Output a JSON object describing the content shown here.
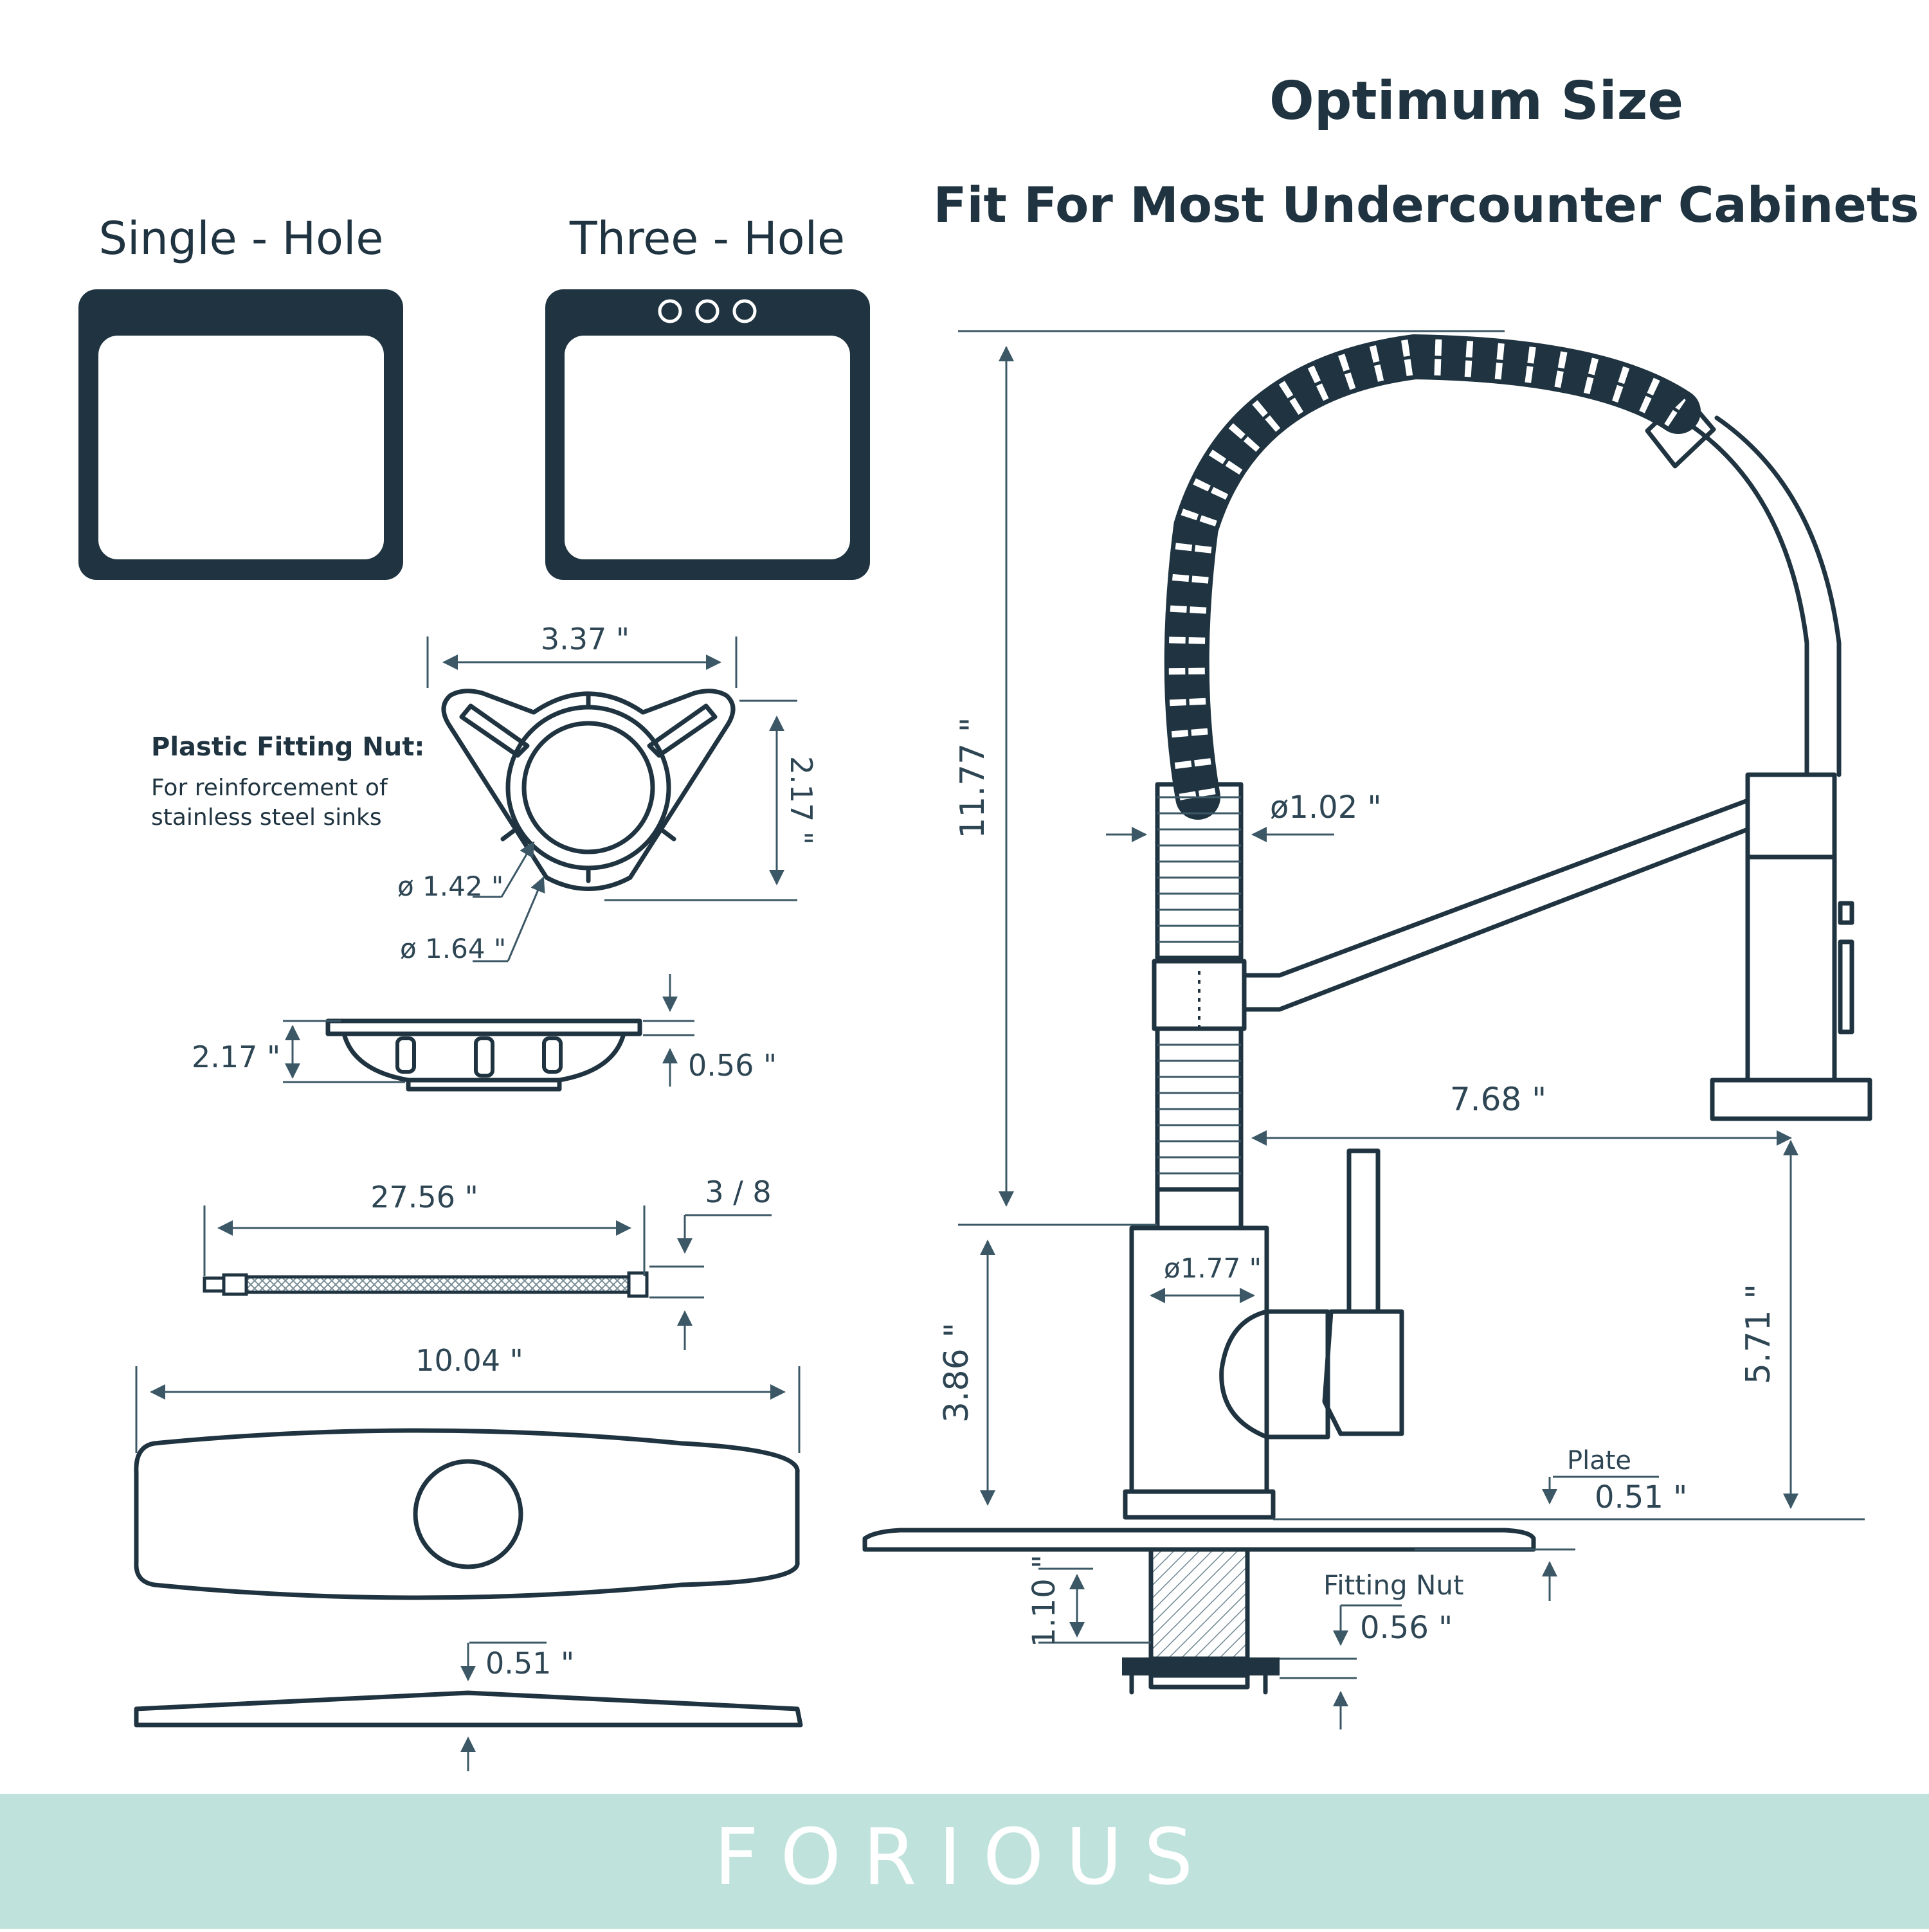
{
  "title": "Optimum Size",
  "subtitle": "Fit For Most Undercounter Cabinets",
  "sinks": {
    "single_label": "Single - Hole",
    "three_label": "Three - Hole"
  },
  "nut": {
    "title": "Plastic Fitting Nut:",
    "desc_line1": "For reinforcement of",
    "desc_line2": "stainless steel sinks",
    "width": "3.37 \"",
    "height": "2.17 \"",
    "inner_diameter": "ø 1.42 \"",
    "outer_diameter": "ø 1.64 \"",
    "side_height": "2.17 \"",
    "side_thickness": "0.56 \""
  },
  "hose": {
    "length": "27.56 \"",
    "thread": "3 / 8"
  },
  "plate": {
    "width": "10.04 \"",
    "thickness": "0.51 \""
  },
  "faucet": {
    "total_height": "11.77 \"",
    "spring_diameter": "ø1.02 \"",
    "reach": "7.68 \"",
    "body_diameter": "ø1.77 \"",
    "base_height": "3.86 \"",
    "spout_height": "5.71 \"",
    "plate_label": "Plate",
    "plate_thickness": "0.51 \"",
    "shank_length": "1.10 \"",
    "fitting_nut_label": "Fitting Nut",
    "fitting_nut_thickness": "0.56 \""
  },
  "brand": {
    "name": "FORIOUS",
    "color": "#bfe3dc"
  },
  "colors": {
    "dark": "#1f3440",
    "dimension": "#2e4654"
  }
}
